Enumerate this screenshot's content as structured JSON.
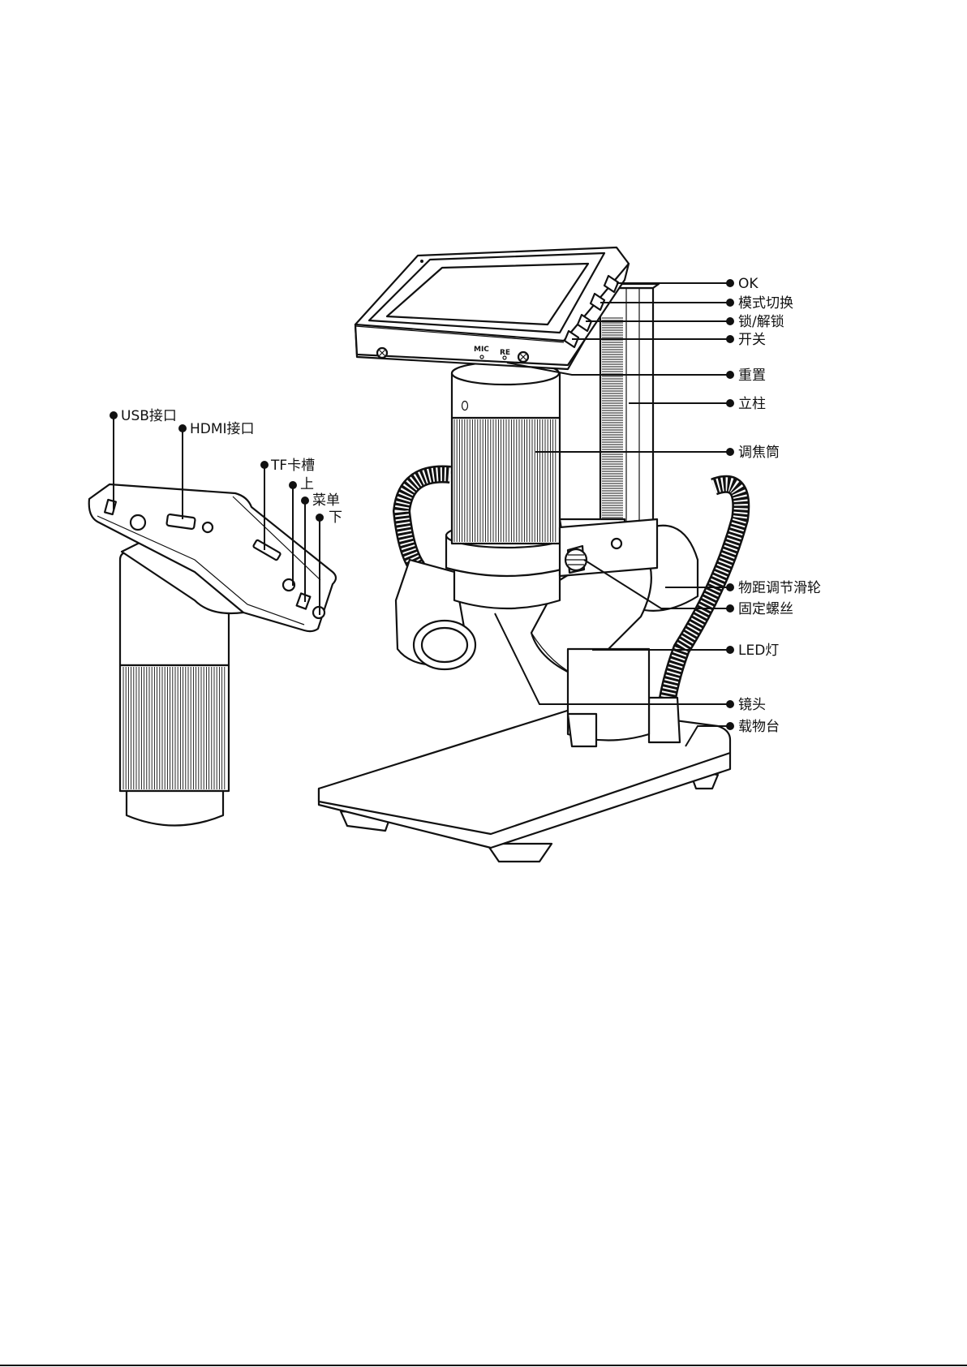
{
  "colors": {
    "line": "#111111",
    "background": "#ffffff"
  },
  "callouts": {
    "ok": "OK",
    "mode_switch": "模式切换",
    "lock_unlock": "锁/解锁",
    "power": "开关",
    "reset": "重置",
    "column": "立柱",
    "focus_tube": "调焦筒",
    "distance_pulley": "物距调节滑轮",
    "fixing_screw": "固定螺丝",
    "led_light": "LED灯",
    "lens": "镜头",
    "stage": "载物台",
    "usb_port": "USB接口",
    "hdmi_port": "HDMI接口",
    "tf_slot": "TF卡槽",
    "up": "上",
    "menu": "菜单",
    "down": "下"
  },
  "device_marks": {
    "mic": "MIC",
    "reset_mark": "RE"
  }
}
